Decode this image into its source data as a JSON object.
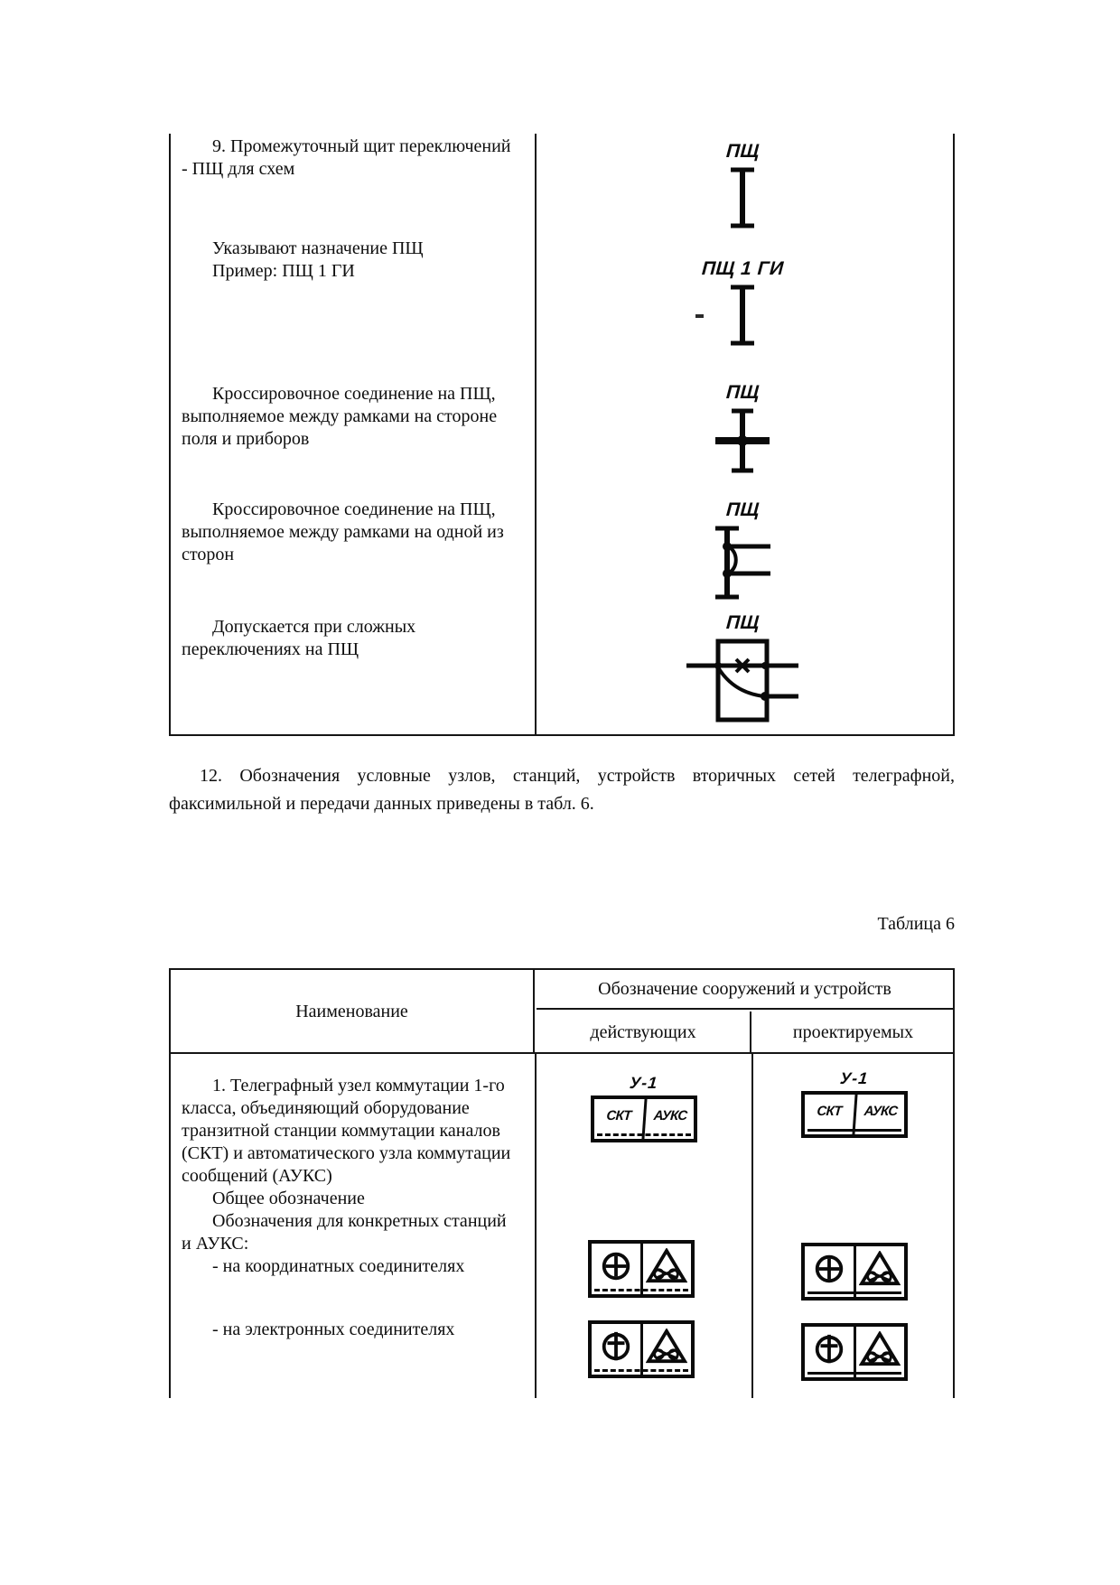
{
  "colors": {
    "ink": "#0d0d0d",
    "paper": "#ffffff"
  },
  "top_table": {
    "rows": [
      {
        "lines": [
          "9. Промежуточный щит переключений",
          "- ПЩ для схем"
        ],
        "symbol_label": "ПЩ"
      },
      {
        "lines": [
          "Указывают назначение ПЩ",
          "Пример: ПЩ 1 ГИ"
        ],
        "symbol_label": "ПЩ 1 ГИ"
      },
      {
        "lines": [
          "Кроссировочное соединение на ПЩ,",
          "выполняемое между рамками на стороне",
          "поля и приборов"
        ],
        "symbol_label": "ПЩ"
      },
      {
        "lines": [
          "Кроссировочное соединение на ПЩ,",
          "выполняемое между рамками на одной из",
          "сторон"
        ],
        "symbol_label": "ПЩ"
      },
      {
        "lines": [
          "Допускается при сложных",
          "переключениях на ПЩ"
        ],
        "symbol_label": "ПЩ"
      }
    ]
  },
  "paragraph_12": {
    "line1": "12. Обозначения условные узлов, станций, устройств вторичных сетей телеграфной,",
    "line2": "факсимильной и передачи данных приведены в табл. 6."
  },
  "table6": {
    "caption": "Таблица 6",
    "header": {
      "name": "Наименование",
      "designation": "Обозначение сооружений и устройств",
      "existing": "действующих",
      "projected": "проектируемых"
    },
    "row1": {
      "lines": [
        "1. Телеграфный узел коммутации 1-го",
        "класса, объединяющий оборудование",
        "транзитной станции коммутации каналов",
        "(СКТ) и автоматического узла коммутации",
        "сообщений (АУКС)",
        "Общее обозначение",
        "Обозначения для конкретных станций",
        "и АУКС:",
        "- на координатных соединителях",
        "- на электронных соединителях"
      ],
      "u1_label": "У-1",
      "skt": "СКТ",
      "auks": "АУКС"
    }
  }
}
